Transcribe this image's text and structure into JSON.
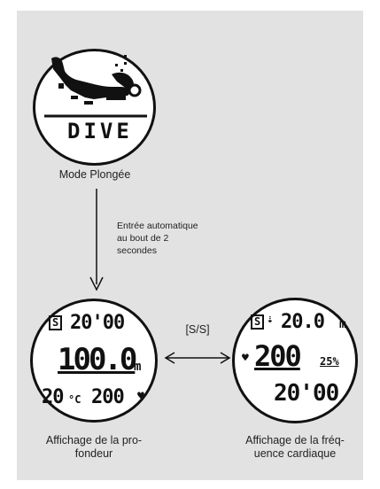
{
  "dive_watch": {
    "label": "DIVE",
    "caption": "Mode Plongée"
  },
  "transition": {
    "auto_note_line1": "Entrée automatique",
    "auto_note_line2": "au bout de 2",
    "auto_note_line3": "secondes",
    "button_label": "[S/S]"
  },
  "depth_watch": {
    "mode_badge": "S",
    "time": "20'00",
    "depth": "100.0",
    "depth_unit": "m",
    "temperature": "20",
    "temp_unit": "°C",
    "heart_rate": "200",
    "caption_line1": "Affichage de la pro-",
    "caption_line2": "fondeur"
  },
  "heart_watch": {
    "mode_badge": "S",
    "depth": "20.0",
    "depth_unit": "m",
    "heart_rate": "200",
    "percent": "25%",
    "time": "20'00",
    "caption_line1": "Affichage de la fréq-",
    "caption_line2": "uence cardiaque"
  },
  "colors": {
    "panel": "#e2e2e2",
    "ink": "#111111"
  }
}
